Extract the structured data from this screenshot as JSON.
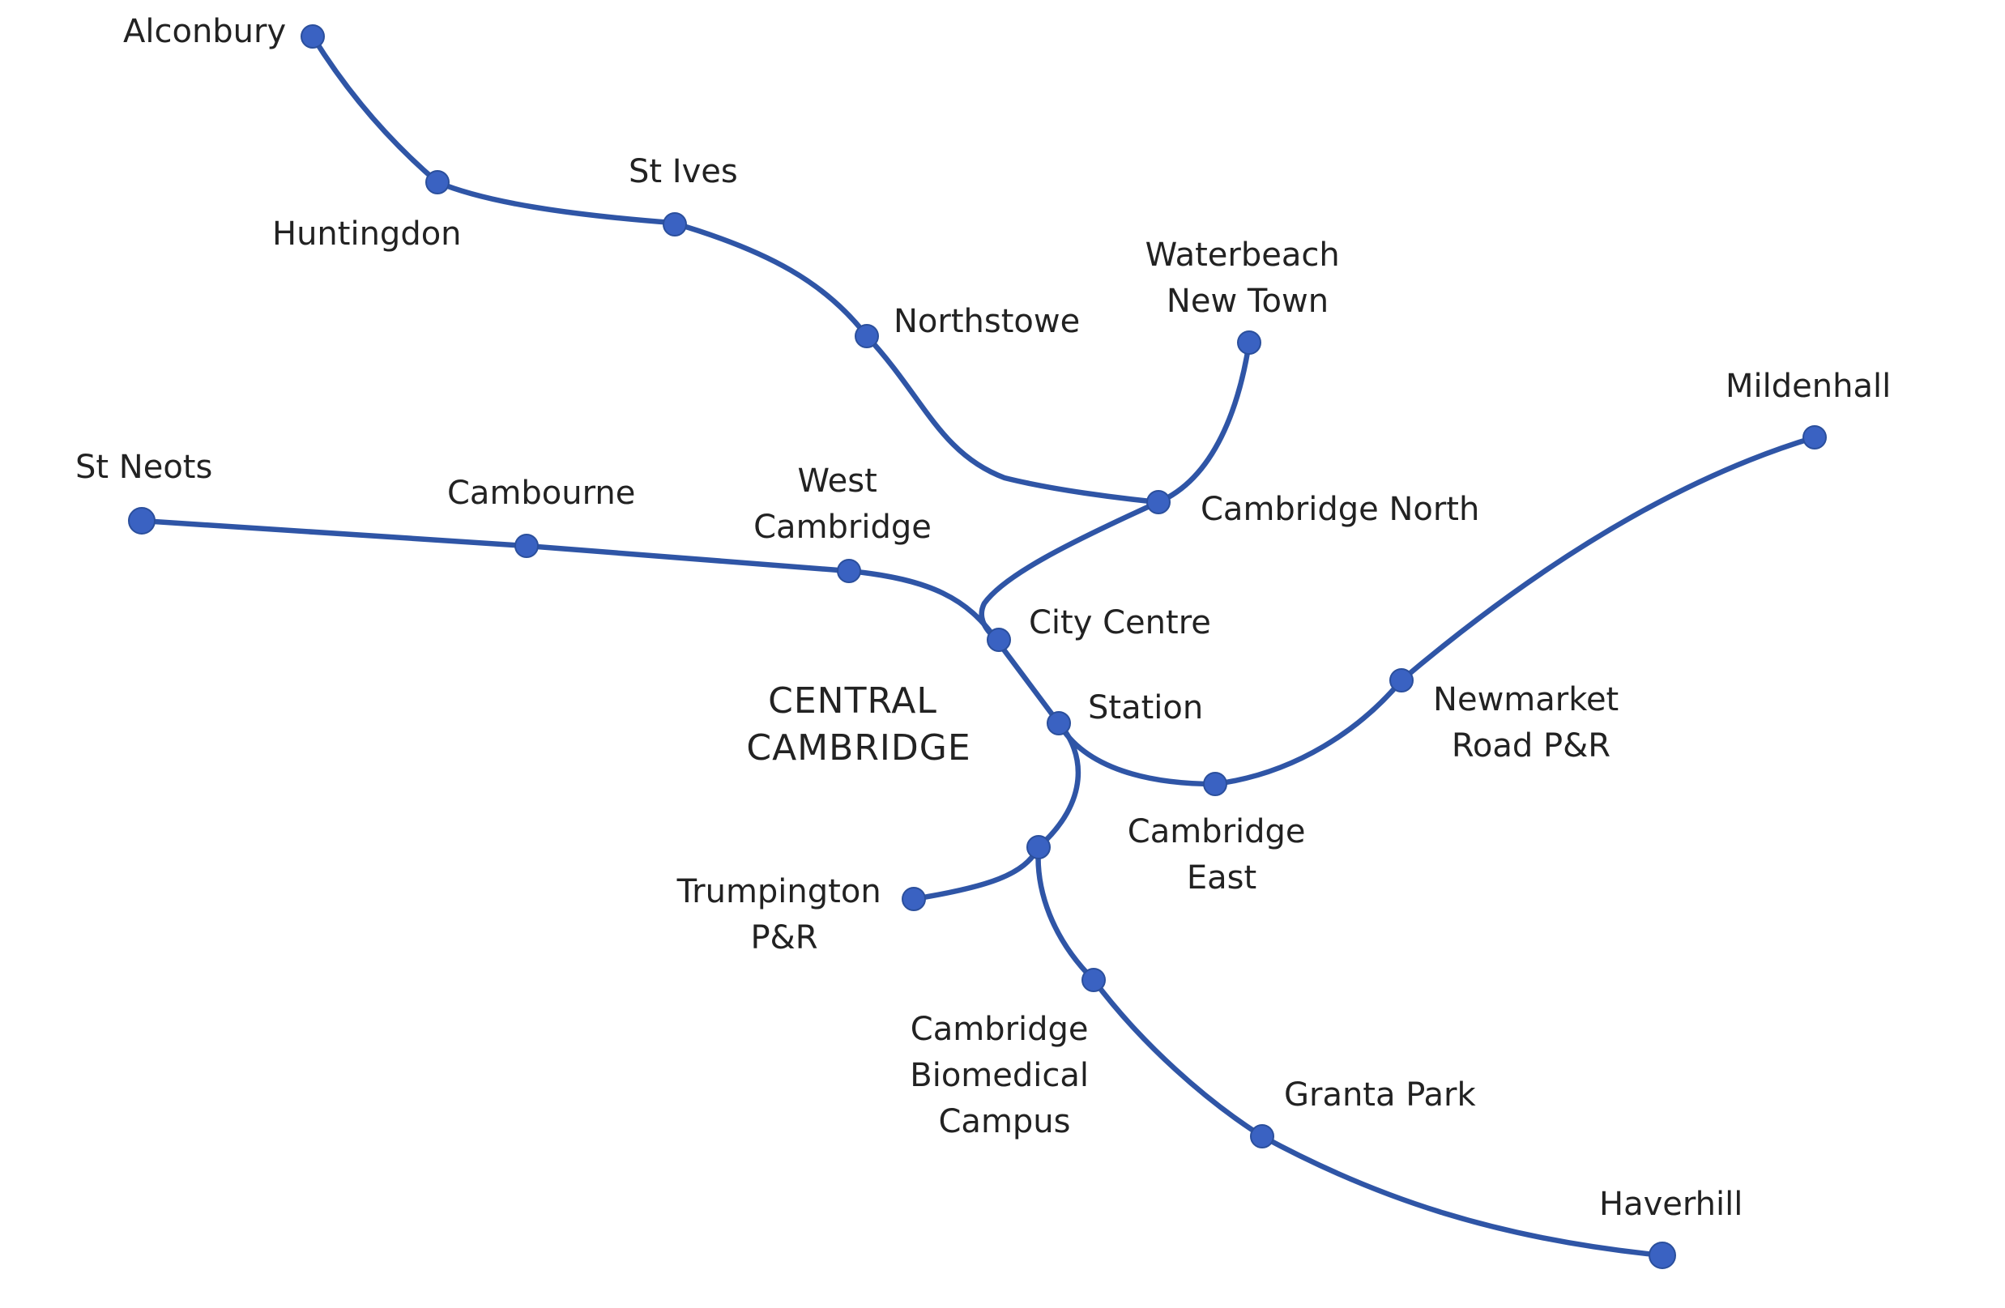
{
  "map": {
    "line_color": "#2f55a6",
    "stop_color": "#3a62c2",
    "area_label": [
      "CENTRAL",
      "CAMBRIDGE"
    ],
    "stations": {
      "alconbury": "Alconbury",
      "huntingdon": "Huntingdon",
      "st_ives": "St Ives",
      "northstowe": "Northstowe",
      "waterbeach_new_town": [
        "Waterbeach",
        "New Town"
      ],
      "cambridge_north": "Cambridge North",
      "mildenhall": "Mildenhall",
      "st_neots": "St Neots",
      "cambourne": "Cambourne",
      "west_cambridge": [
        "West",
        "Cambridge"
      ],
      "city_centre": "City Centre",
      "station": "Station",
      "newmarket_road_pr": [
        "Newmarket",
        "Road P&R"
      ],
      "cambridge_east": [
        "Cambridge",
        "East"
      ],
      "trumpington_pr": [
        "Trumpington",
        "P&R"
      ],
      "cambridge_biomedical_campus": [
        "Cambridge",
        "Biomedical",
        "Campus"
      ],
      "granta_park": "Granta Park",
      "haverhill": "Haverhill"
    }
  }
}
